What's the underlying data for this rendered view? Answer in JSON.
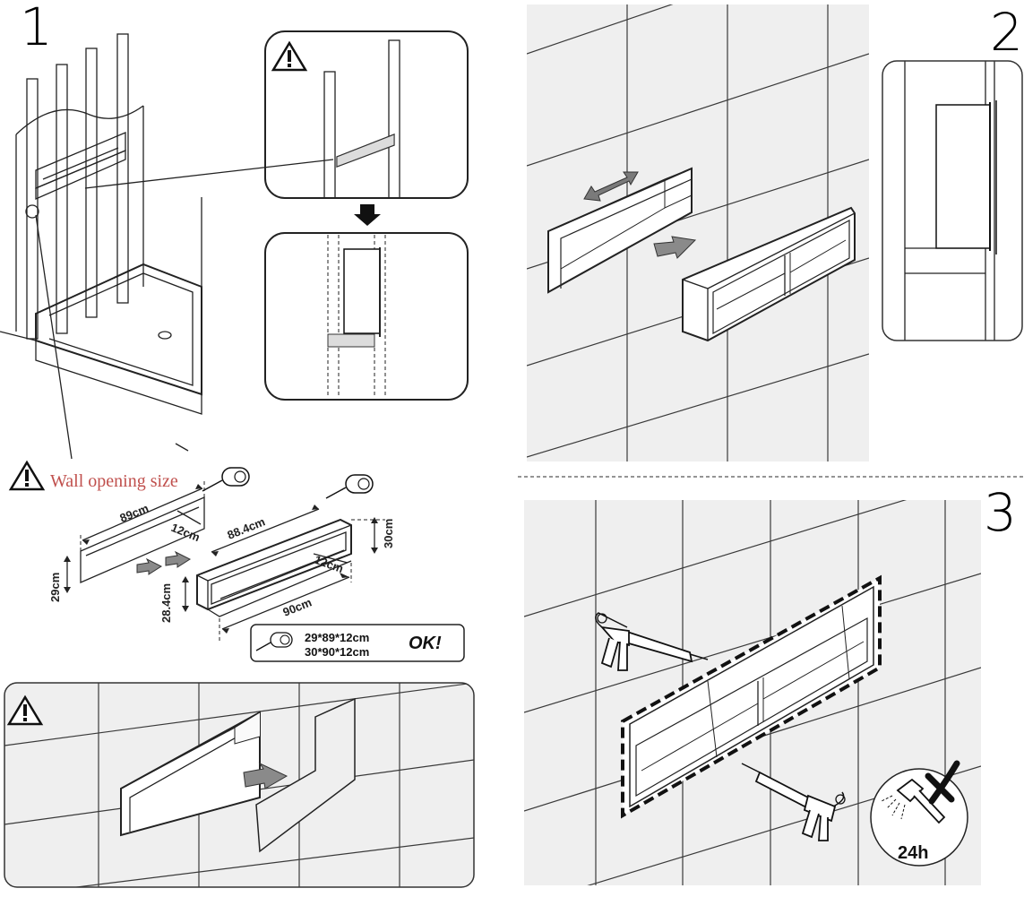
{
  "steps": {
    "step1": "1",
    "step2": "2",
    "step3": "3"
  },
  "warning": {
    "label": "Wall opening size",
    "color": "#c0504d"
  },
  "dimensions": {
    "opening_width": "89cm",
    "opening_depth": "12cm",
    "opening_height": "29cm",
    "niche_inner_width": "88.4cm",
    "niche_outer_height": "30cm",
    "niche_depth": "12cm",
    "niche_inner_height": "28.4cm",
    "niche_outer_width": "90cm"
  },
  "sizes_box": {
    "line1": "29*89*12cm",
    "line2": "30*90*12cm",
    "ok": "OK!"
  },
  "cure": {
    "label": "24h"
  },
  "icons": [
    "warning-triangle-icon",
    "tape-measure-icon",
    "down-arrow-icon",
    "push-arrow-icon",
    "double-arrow-icon",
    "caulk-gun-icon",
    "shower-head-icon",
    "cross-mark-icon"
  ]
}
